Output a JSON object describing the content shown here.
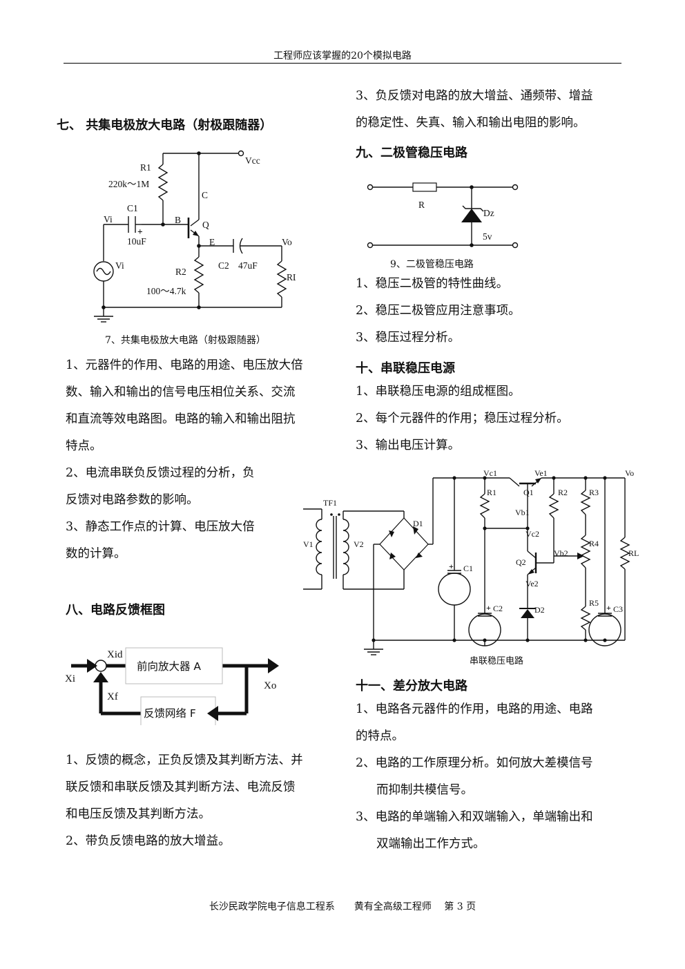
{
  "header": {
    "title": "工程师应该掌握的20个模拟电路"
  },
  "footer": {
    "text": "长沙民政学院电子信息工程系　　黄有全高级工程师　 第 3 页"
  },
  "left": {
    "sec7": {
      "title": "七、 共集电极放大电路（射极跟随器）",
      "caption": "7、共集电极放大电路（射极跟随器）",
      "labels": {
        "vcc": "Vcc",
        "r1": "R1",
        "r1v": "220k～1M",
        "c": "C",
        "c1": "C1",
        "vi": "Vi",
        "b": "B",
        "q": "Q",
        "c1v": "10uF",
        "e": "E",
        "vo": "Vo",
        "src": "Vi",
        "r2": "R2",
        "c2": "C2",
        "c2v": "47uF",
        "rl": "RL",
        "r2v": "100～4.7k",
        "plus": "+"
      },
      "lines": [
        "1、元器件的作用、电路的用途、电压放大倍",
        "数、输入和输出的信号电压相位关系、交流",
        "和直流等效电路图。电路的输入和输出阻抗",
        "特点。",
        "2、电流串联负反馈过程的分析，负",
        "反馈对电路参数的影响。",
        "3、静态工作点的计算、电压放大倍",
        "数的计算。"
      ]
    },
    "sec8": {
      "title": "八、电路反馈框图",
      "labels": {
        "xid": "Xid",
        "xi": "Xi",
        "xf": "Xf",
        "xo": "Xo",
        "forward": "前向放大器 A",
        "feedback": "反馈网络 F"
      },
      "lines": [
        "1、反馈的概念，正负反馈及其判断方法、并",
        "联反馈和串联反馈及其判断方法、电流反馈",
        "和电压反馈及其判断方法。",
        "2、带负反馈电路的放大增益。"
      ]
    }
  },
  "right": {
    "top_lines": [
      "3、负反馈对电路的放大增益、通频带、增益",
      "的稳定性、失真、输入和输出电阻的影响。"
    ],
    "sec9": {
      "title": "九、二极管稳压电路",
      "caption": "9、二极管稳压电路",
      "labels": {
        "r": "R",
        "dz": "Dz",
        "v5": "5v"
      },
      "lines": [
        "1、稳压二极管的特性曲线。",
        "2、稳压二极管应用注意事项。",
        "3、稳压过程分析。"
      ]
    },
    "sec10": {
      "title": "十、串联稳压电源",
      "lines": [
        "1、串联稳压电源的组成框图。",
        "2、每个元器件的作用；稳压过程分析。",
        "3、输出电压计算。"
      ],
      "caption": "串联稳压电路",
      "labels": {
        "vc1": "Vc1",
        "ve1": "Ve1",
        "vo": "Vo",
        "r1": "R1",
        "q1": "Q1",
        "r2": "R2",
        "r3": "R3",
        "tf1": "TF1",
        "vb1": "Vb1",
        "d1": "D1",
        "vc2": "Vc2",
        "r4": "R4",
        "v1": "V1",
        "v2": "V2",
        "vb2": "Vb2",
        "rl": "RL",
        "q2": "Q2",
        "c1": "C1",
        "ve2": "Ve2",
        "r5": "R5",
        "c2": "C2",
        "d2": "D2",
        "c3": "C3",
        "plus": "+"
      }
    },
    "sec11": {
      "title": "十一、差分放大电路",
      "lines": [
        "1、电路各元器件的作用，电路的用途、电路",
        "的特点。",
        "2、电路的工作原理分析。如何放大差模信号",
        "而抑制共模信号。",
        "3、电路的单端输入和双端输入，单端输出和",
        "双端输出工作方式。"
      ]
    }
  }
}
